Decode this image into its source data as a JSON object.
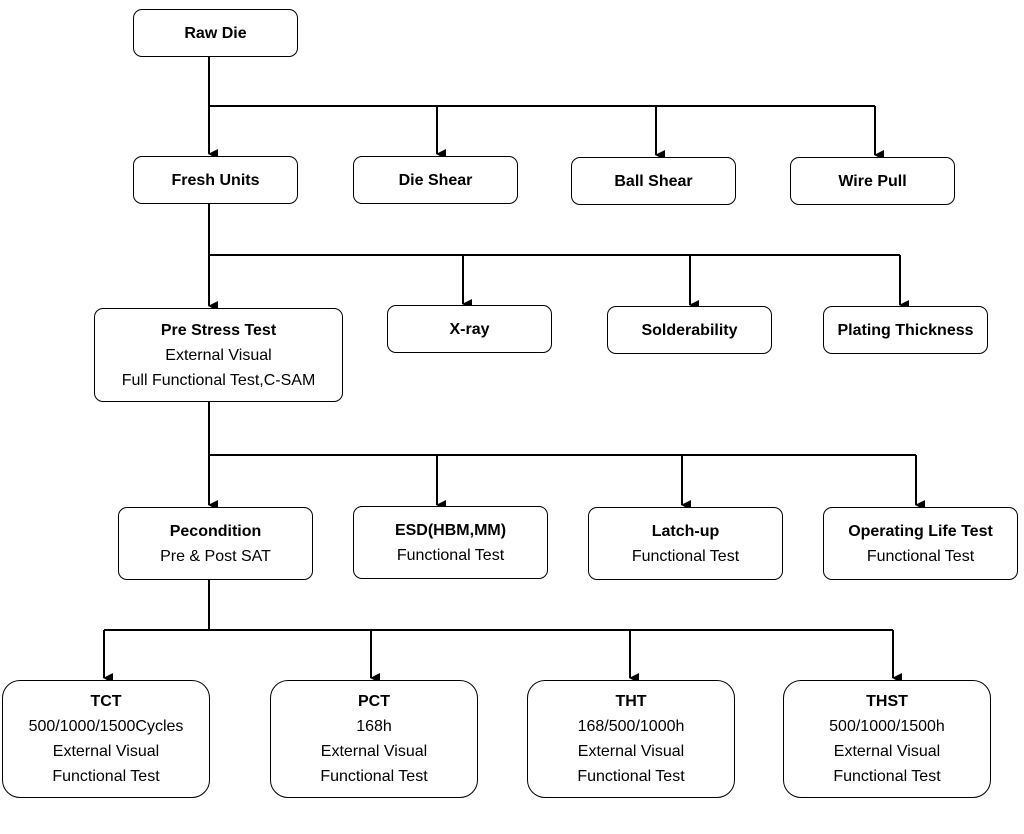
{
  "nodes": {
    "raw_die": {
      "title": "Raw Die"
    },
    "fresh_units": {
      "title": "Fresh Units"
    },
    "die_shear": {
      "title": "Die Shear"
    },
    "ball_shear": {
      "title": "Ball Shear"
    },
    "wire_pull": {
      "title": "Wire Pull"
    },
    "pre_stress": {
      "title": "Pre Stress Test",
      "lines": [
        "External Visual",
        "Full Functional Test,C-SAM"
      ]
    },
    "xray": {
      "title": "X-ray"
    },
    "solderability": {
      "title": "Solderability"
    },
    "plating": {
      "title": "Plating Thickness"
    },
    "precondition": {
      "title": "Pecondition",
      "lines": [
        "Pre & Post SAT"
      ]
    },
    "esd": {
      "title": "ESD(HBM,MM)",
      "lines": [
        "Functional Test"
      ]
    },
    "latchup": {
      "title": "Latch-up",
      "lines": [
        "Functional Test"
      ]
    },
    "op_life": {
      "title": "Operating Life Test",
      "lines": [
        "Functional Test"
      ]
    },
    "tct": {
      "title": "TCT",
      "lines": [
        "500/1000/1500Cycles",
        "External Visual",
        "Functional Test"
      ]
    },
    "pct": {
      "title": "PCT",
      "lines": [
        "168h",
        "External Visual",
        "Functional Test"
      ]
    },
    "tht": {
      "title": "THT",
      "lines": [
        "168/500/1000h",
        "External Visual",
        "Functional Test"
      ]
    },
    "thst": {
      "title": "THST",
      "lines": [
        "500/1000/1500h",
        "External Visual",
        "Functional Test"
      ]
    }
  }
}
